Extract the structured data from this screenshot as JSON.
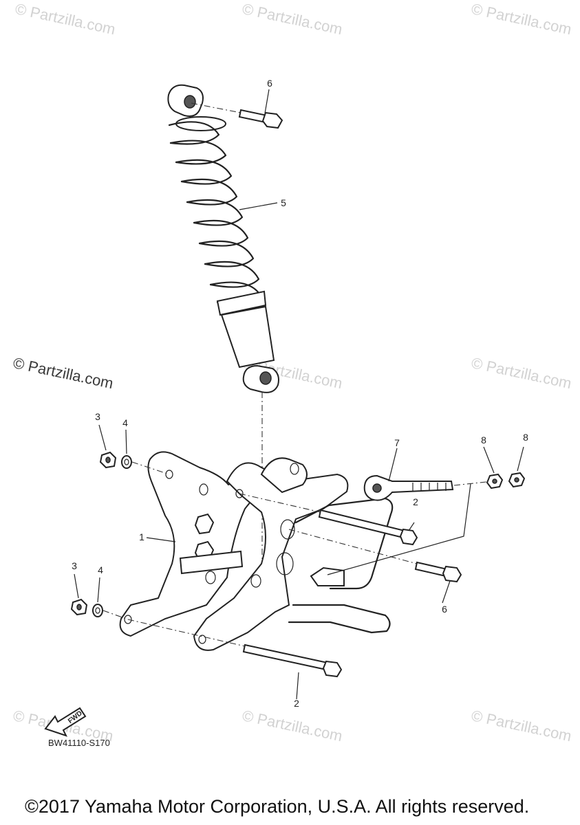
{
  "watermark": "© Partzilla.com",
  "diagram_code": "BW41110-S170",
  "fwd_label": "FWD",
  "copyright": "©2017 Yamaha Motor Corporation, U.S.A. All rights reserved.",
  "callouts": {
    "c1": "1",
    "c2a": "2",
    "c2b": "2",
    "c3a": "3",
    "c3b": "3",
    "c4a": "4",
    "c4b": "4",
    "c5": "5",
    "c6a": "6",
    "c6b": "6",
    "c7": "7",
    "c8a": "8",
    "c8b": "8"
  }
}
